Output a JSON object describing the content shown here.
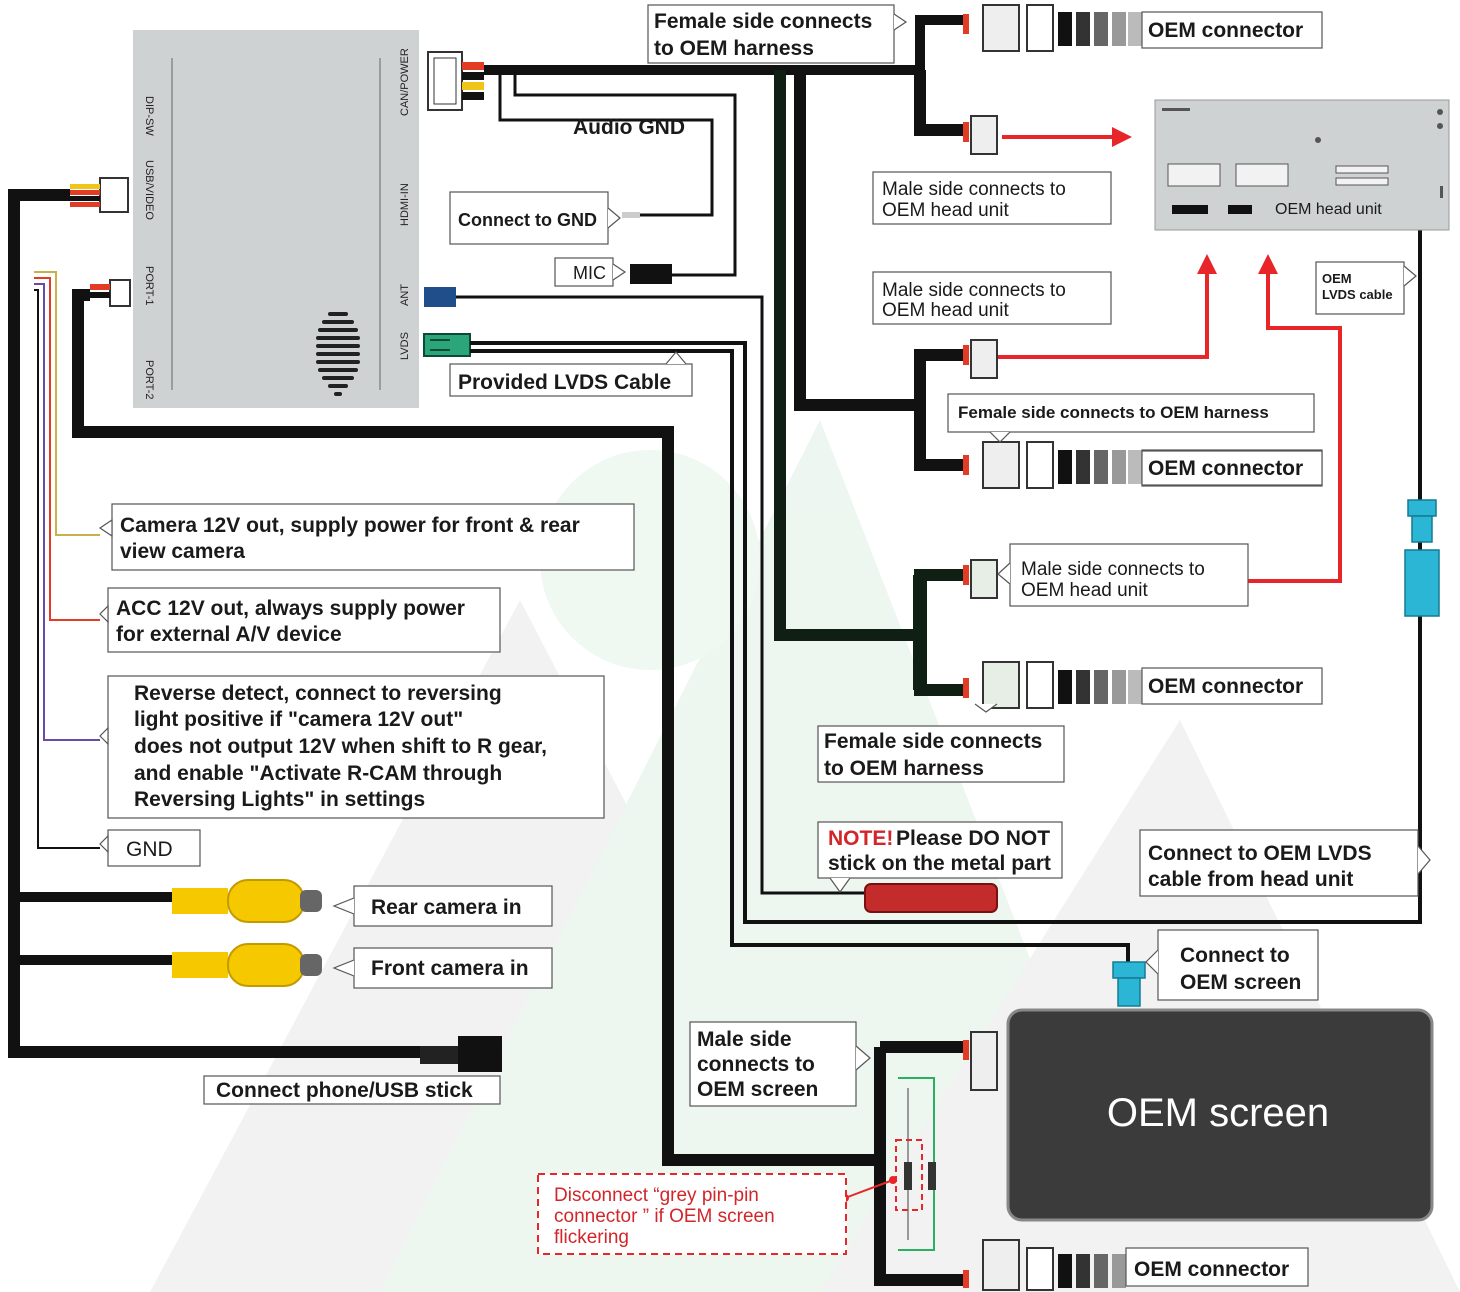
{
  "module": {
    "ports_left": [
      "DIP-SW",
      "USB/VIDEO",
      "PORT-1",
      "PORT-2"
    ],
    "ports_right": [
      "CAN/POWER",
      "HDMI-IN",
      "ANT",
      "LVDS"
    ]
  },
  "labels": {
    "female_top_1": "Female side connects",
    "female_top_2": "to OEM harness",
    "oem_connector": "OEM connector",
    "audio_gnd": "Audio GND",
    "connect_gnd": "Connect to GND",
    "mic": "MIC",
    "provided_lvds": "Provided LVDS Cable",
    "male_head_1_l1": "Male side connects to",
    "male_head_1_l2": "OEM head unit",
    "male_head_2_l1": "Male side connects to",
    "male_head_2_l2": "OEM head unit",
    "female_mid": "Female side connects to OEM harness",
    "male_head_3_l1": "Male side connects to",
    "male_head_3_l2": "OEM head unit",
    "female_low_1": "Female side connects",
    "female_low_2": "to OEM harness",
    "oem_head_unit": "OEM head unit",
    "oem_lvds_1": "OEM",
    "oem_lvds_2": "LVDS cable",
    "cam12_1": "Camera 12V out, supply power for front & rear",
    "cam12_2": "view camera",
    "acc_1": "ACC 12V out, always supply power",
    "acc_2": "for external A/V device",
    "rev_1": "Reverse detect, connect to reversing",
    "rev_2": "light positive if \"camera 12V out\"",
    "rev_3": "does not output 12V when shift to R gear,",
    "rev_4": "and enable \"Activate R-CAM through",
    "rev_5": "Reversing Lights\" in settings",
    "gnd": "GND",
    "rear_cam": "Rear camera in",
    "front_cam": "Front camera in",
    "usb": "Connect phone/USB stick",
    "note_red": "NOTE!",
    "note_1": "Please DO NOT",
    "note_2": "stick on the metal part",
    "oem_lvds_head_1": "Connect to OEM LVDS",
    "oem_lvds_head_2": "cable from  head unit",
    "connect_screen_1": "Connect to",
    "connect_screen_2": "OEM screen",
    "male_screen_1": "Male side",
    "male_screen_2": "connects to",
    "male_screen_3": "OEM screen",
    "oem_screen": "OEM  screen",
    "disc_1": "Disconnect “grey pin-pin",
    "disc_2": "connector ” if OEM screen",
    "disc_3": "flickering"
  },
  "colors": {
    "wire": "#111111",
    "wire_dark_green": "#0f1f14",
    "red_arrow": "#e8262a",
    "module_grey": "#cfd2d3",
    "lvds_blue": "#2bb6d6",
    "rca_yellow": "#f5c800",
    "note_red": "#d1262a",
    "screen_dark": "#3b3b3b",
    "watermark": "#e6e6e6",
    "watermark_green": "#dcefe2"
  }
}
